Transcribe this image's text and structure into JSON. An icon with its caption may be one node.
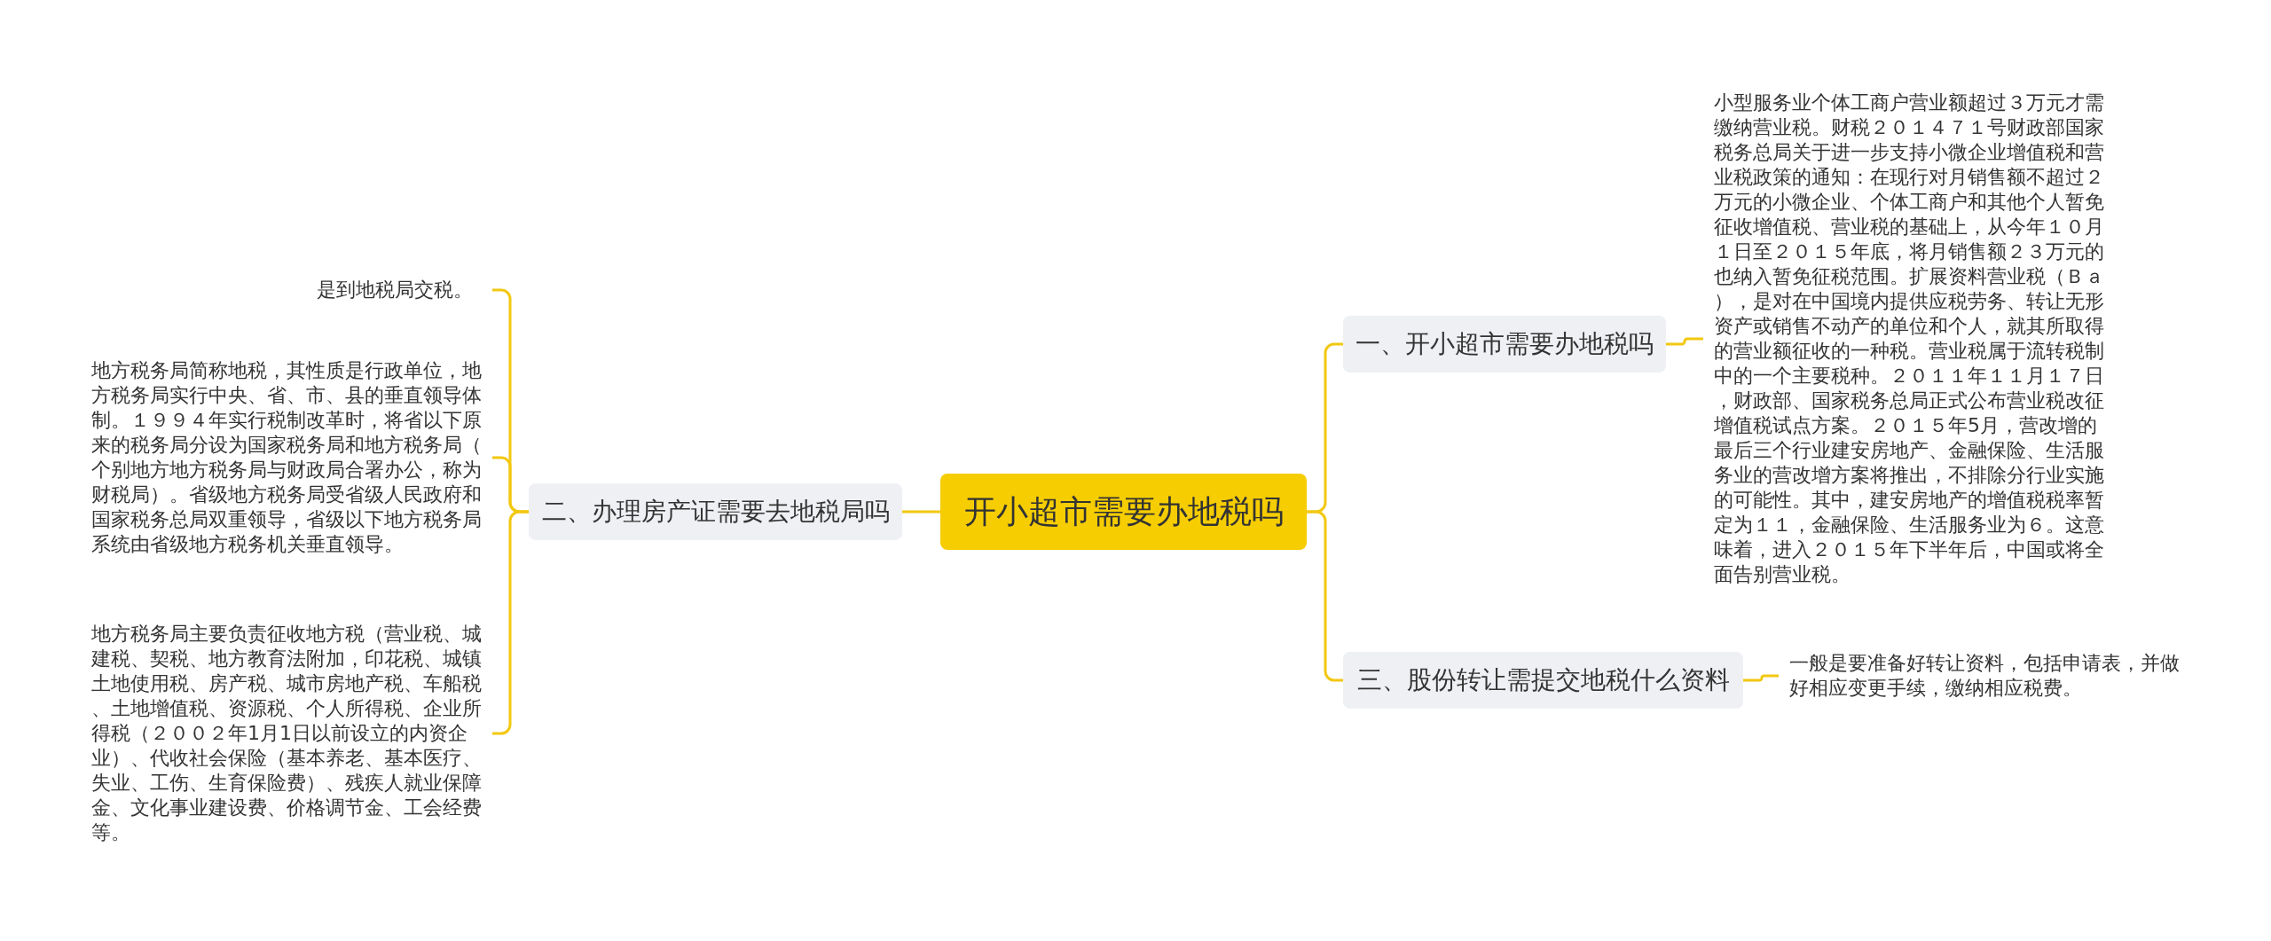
{
  "diagram": {
    "nodes": [
      {
        "text": [
          "开小超市需要办地税吗"
        ]
      },
      {
        "text": [
          "一、开小超市需要办地税吗"
        ]
      },
      {
        "text": [
          "小型服务业个体工商户营业额超过３万元才需缴纳营业税。财税２０１４７１号财政部国家税务总局关于进一步支持小微企业增值税和营业税政策的通知：在现行对月销售额不超过２万元的小微企业、个体工商户和其他个人暂免征收增值税、营业税的基础上，从今年１０月１日至２０１５年底，将月销售额２３万元的也纳入暂免征税范围。扩展资料营业税（Ｂａ），是对在中国境内提供应税劳务、转让无形资产或销售不动产的单位和个人，就其所取得的营业额征收的一种税。营业税属于流转税制中的一个主要税种。２０１１年１１月１７日，财政部、国家税务总局正式公布营业税改征增值税试点方案。２０１５年5月，营改增的最后三个行业建安房地产、金融保险、生活服务业的营改增方案将推出，不排除分行业实施的可能性。其中，建安房地产的增值税税率暂定为１１，金融保险、生活服务业为６。这意味着，进入２０１５年下半年后，中国或将全面告别营业税。"
        ]
      },
      {
        "text": [
          "三、股份转让需提交地税什么资料"
        ]
      },
      {
        "text": [
          "一般是要准备好转让资料，包括申请表，并做好相应变更手续，缴纳相应税费。"
        ]
      },
      {
        "text": [
          "二、办理房产证需要去地税局吗"
        ]
      },
      {
        "text": [
          "是到地税局交税。"
        ]
      },
      {
        "text": [
          "地方税务局简称地税，其性质是行政单位，地方税务局实行中央、省、市、县的垂直领导体制。１９９４年实行税制改革时，将省以下原来的税务局分设为国家税务局和地方税务局（个别地方地方税务局与财政局合署办公，称为财税局）。省级地方税务局受省级人民政府和国家税务总局双重领导，省级以下地方税务局系统由省级地方税务机关垂直领导。"
        ]
      },
      {
        "text": [
          "地方税务局主要负责征收地方税（营业税、城建税、契税、地方教育法附加，印花税、城镇土地使用税、房产税、城市房地产税、车船税、土地增值税、资源税、个人所得税、企业所得税（２００２年1月1日以前设立的内资企业）、代收社会保险（基本养老、基本医疗、失业、工伤、生育保险费）、残疾人就业保障金、文化事业建设费、价格调节金、工会经费等。"
        ]
      }
    ],
    "edges": [
      {
        "from": 0,
        "to": 1,
        "arrow": "none"
      },
      {
        "from": 1,
        "to": 2,
        "arrow": "none"
      },
      {
        "from": 0,
        "to": 3,
        "arrow": "none"
      },
      {
        "from": 3,
        "to": 4,
        "arrow": "none"
      },
      {
        "from": 0,
        "to": 5,
        "arrow": "none"
      },
      {
        "from": 5,
        "to": 6,
        "arrow": "none"
      },
      {
        "from": 5,
        "to": 7,
        "arrow": "none"
      },
      {
        "from": 5,
        "to": 8,
        "arrow": "none"
      }
    ]
  }
}
